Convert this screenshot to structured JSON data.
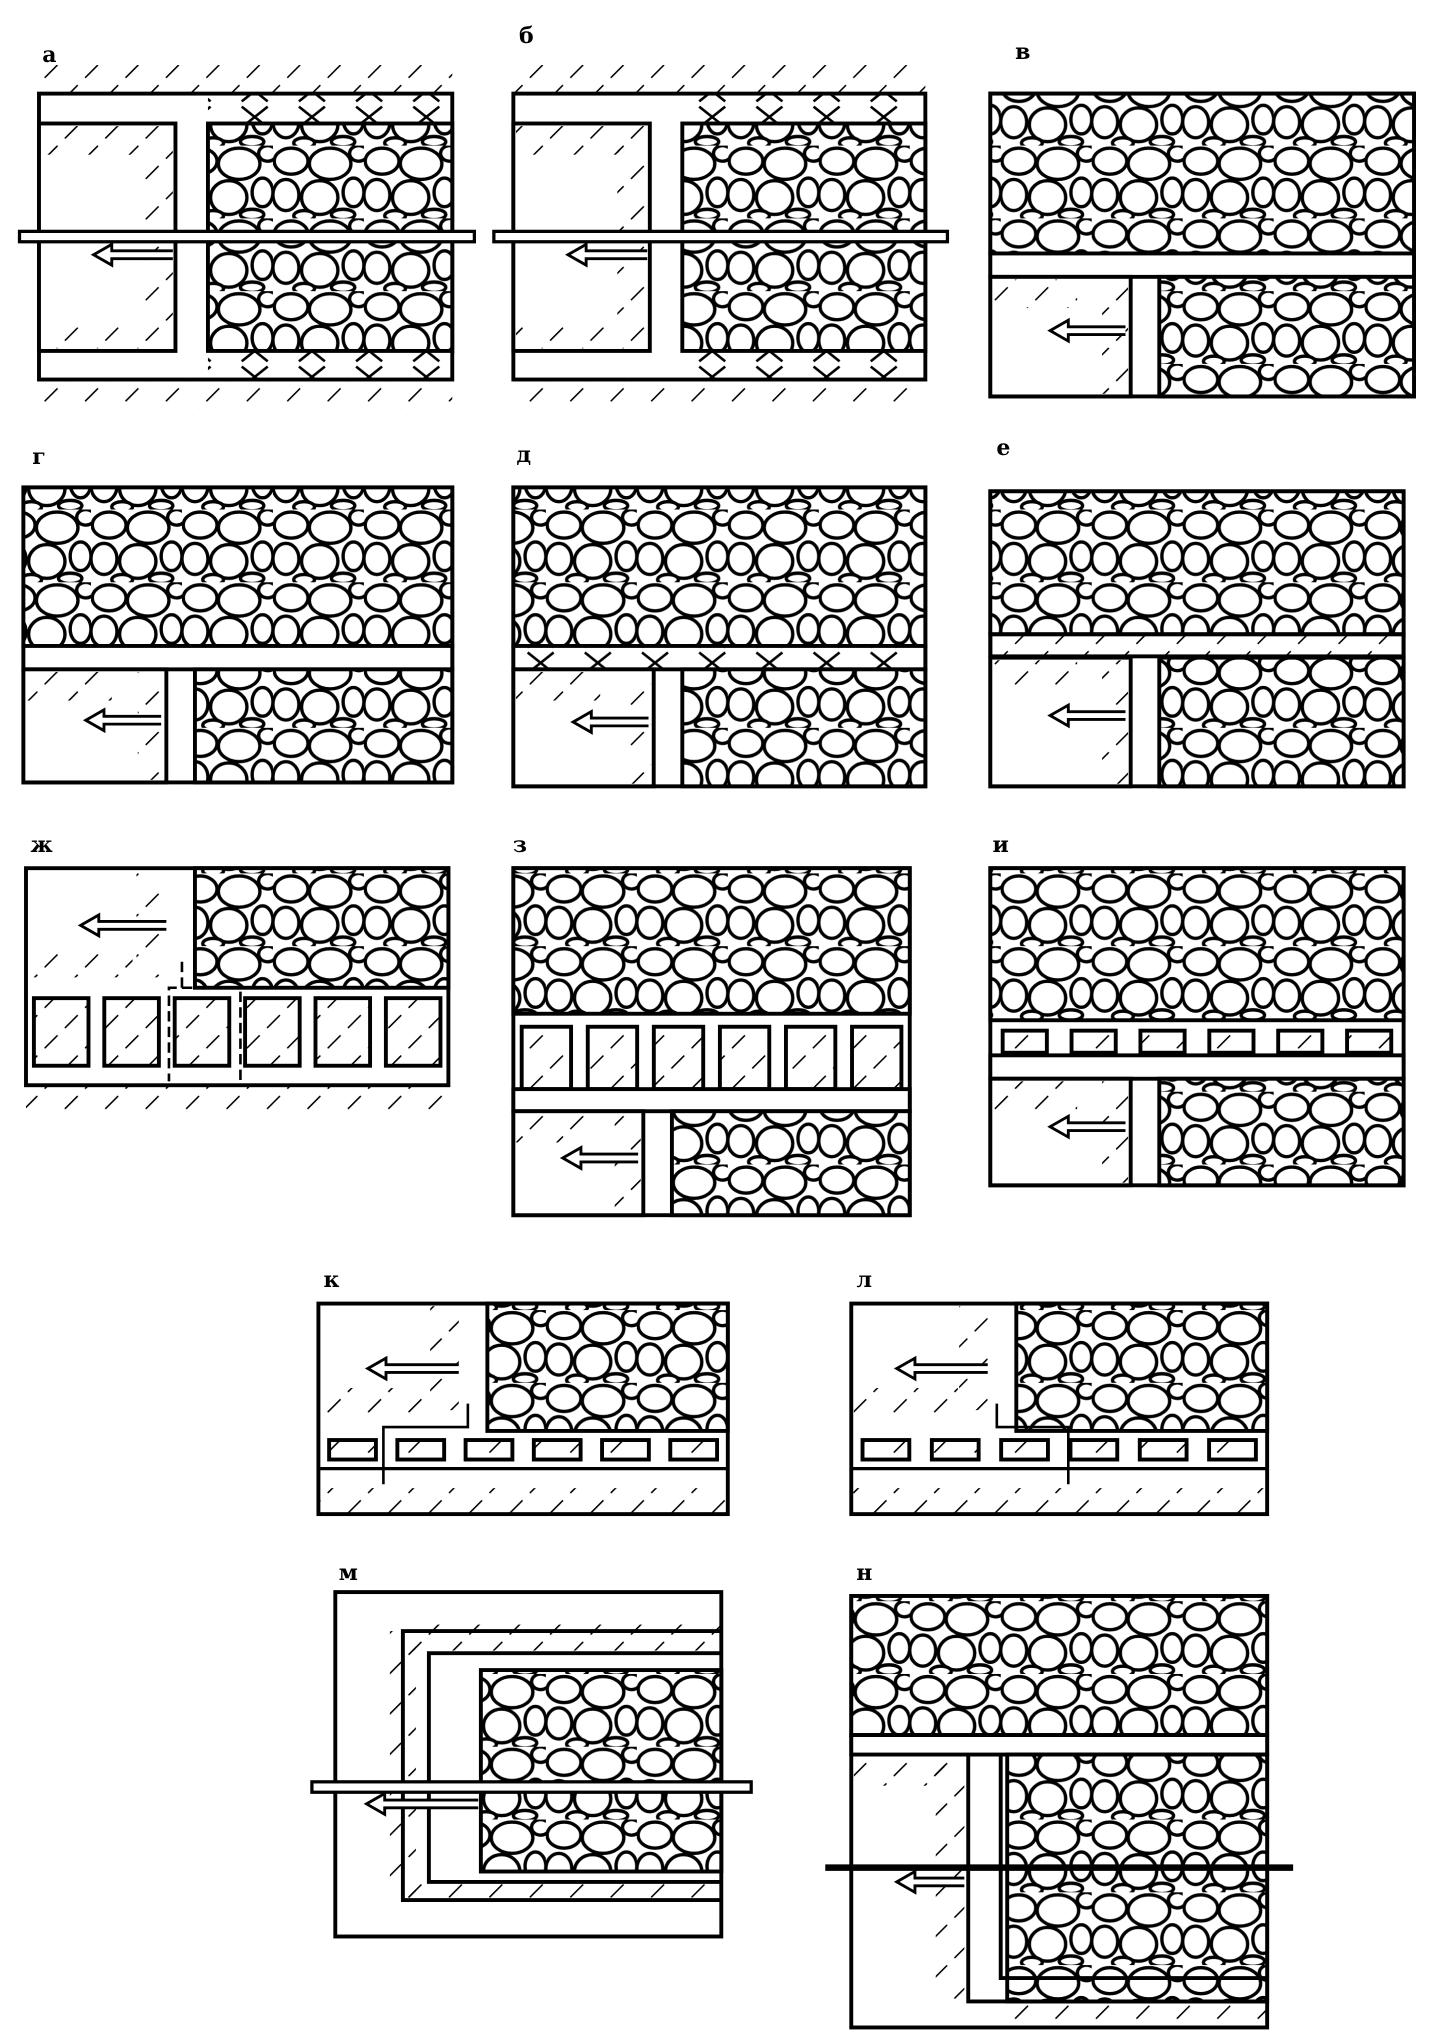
{
  "panels": [
    {
      "label": "а"
    },
    {
      "label": "б"
    },
    {
      "label": "в"
    },
    {
      "label": "г"
    },
    {
      "label": "д"
    },
    {
      "label": "е"
    },
    {
      "label": "ж"
    },
    {
      "label": "з"
    },
    {
      "label": "и"
    },
    {
      "label": "к"
    },
    {
      "label": "л"
    },
    {
      "label": "м"
    },
    {
      "label": "н"
    }
  ],
  "colors": {
    "ink": "#000000",
    "paper": "#ffffff"
  }
}
